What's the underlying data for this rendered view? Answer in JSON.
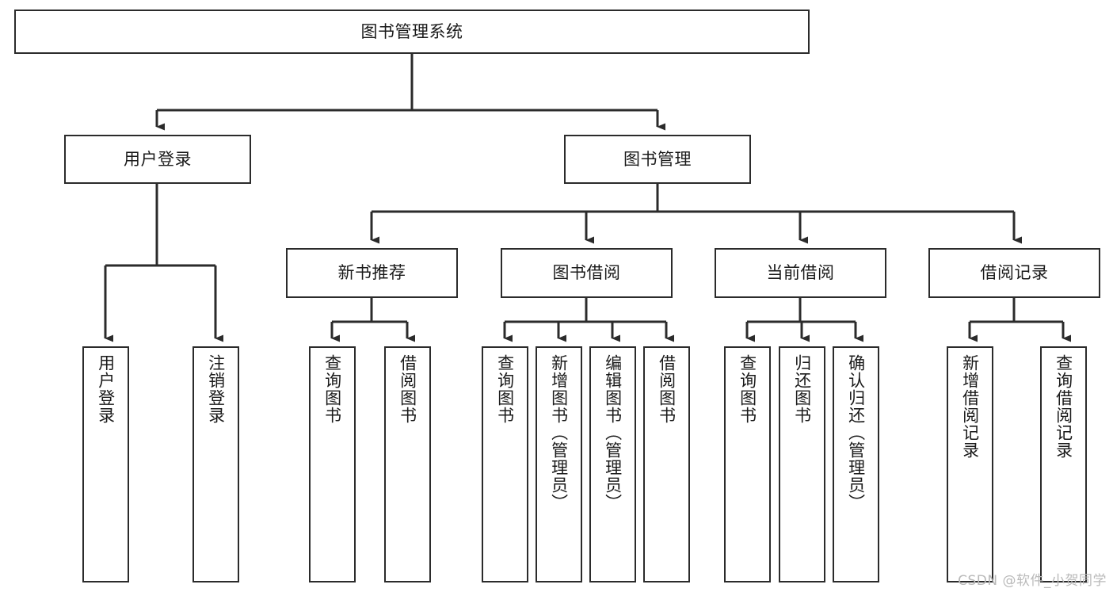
{
  "diagram": {
    "title": "图书管理系统",
    "type": "tree-hierarchy-chart",
    "colors": {
      "box_border": "#2b2b2b",
      "box_fill": "#ffffff",
      "connector": "#2b2b2b",
      "text": "#1a1a1a",
      "watermark": "#b9b9b9",
      "background": "#ffffff"
    },
    "nodes": {
      "root": {
        "label": "图书管理系统"
      },
      "level2": [
        {
          "label": "用户登录"
        },
        {
          "label": "图书管理"
        }
      ],
      "level3": [
        {
          "label": "新书推荐"
        },
        {
          "label": "图书借阅"
        },
        {
          "label": "当前借阅"
        },
        {
          "label": "借阅记录"
        }
      ],
      "leaves": {
        "user_login": [
          {
            "label": "用户登录"
          },
          {
            "label": "注销登录"
          }
        ],
        "new_book_recommend": [
          {
            "label": "查询图书"
          },
          {
            "label": "借阅图书"
          }
        ],
        "book_borrow": [
          {
            "label": "查询图书"
          },
          {
            "label": "新增图书（管理员）"
          },
          {
            "label": "编辑图书（管理员）"
          },
          {
            "label": "借阅图书"
          }
        ],
        "current_borrow": [
          {
            "label": "查询图书"
          },
          {
            "label": "归还图书"
          },
          {
            "label": "确认归还（管理员）"
          }
        ],
        "borrow_record": [
          {
            "label": "新增借阅记录"
          },
          {
            "label": "查询借阅记录"
          }
        ]
      }
    },
    "watermark": "CSDN @软件_小贺同学"
  }
}
